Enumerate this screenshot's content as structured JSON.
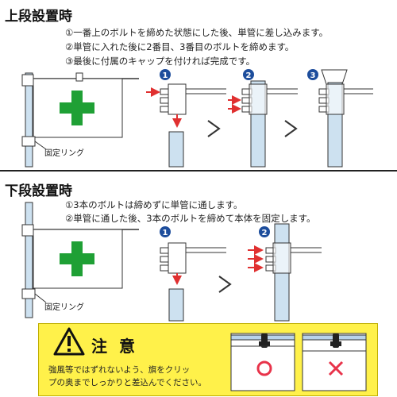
{
  "upper": {
    "title": "上段設置時",
    "steps": [
      "①一番上のボルトを締めた状態にした後、単管に差し込みます。",
      "②単管に入れた後に2番目、3番目のボルトを締めます。",
      "③最後に付属のキャップを付ければ完成です。"
    ],
    "ring_label": "固定リング",
    "step_badges": [
      "1",
      "2",
      "3"
    ]
  },
  "lower": {
    "title": "下段設置時",
    "steps": [
      "①3本のボルトは締めずに単管に通します。",
      "②単管に通した後、3本のボルトを締めて本体を固定します。"
    ],
    "ring_label": "固定リング",
    "step_badges": [
      "1",
      "2"
    ]
  },
  "caution": {
    "title": "注 意",
    "lines": [
      "強風等ではずれないよう、旗をクリッ",
      "プの奥までしっかりと差込んでください。"
    ],
    "good_mark": "○",
    "bad_mark": "×"
  },
  "colors": {
    "cross": "#1fa035",
    "badge": "#1d4d9c",
    "arrow_red": "#e03030",
    "pipe": "#cde1f0",
    "caution_bg": "#fff14a",
    "good": "#e8334a",
    "bad": "#e8334a"
  },
  "icons": [
    "warning-icon",
    "green-cross-icon",
    "arrow-right-icon"
  ]
}
